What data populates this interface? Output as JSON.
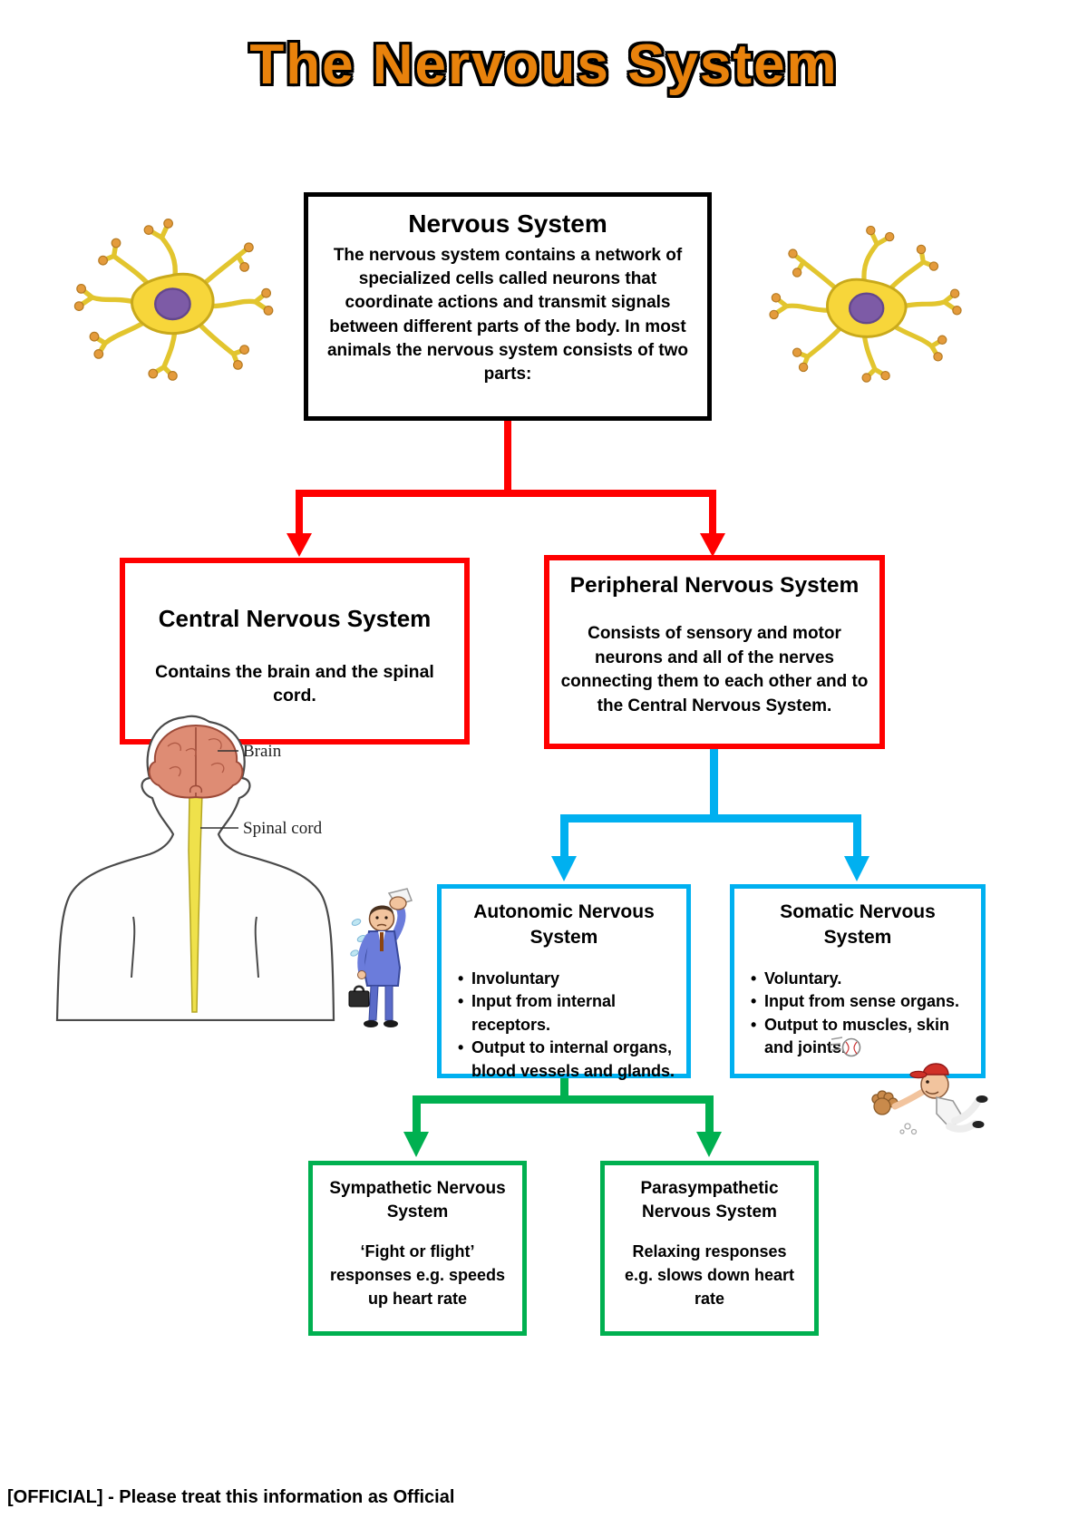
{
  "page": {
    "title": "The Nervous System",
    "footer": "[OFFICIAL] - Please treat this information as Official"
  },
  "glyphs": {
    "bullet": "•"
  },
  "colors": {
    "root_border": "#000000",
    "level1_border": "#FF0000",
    "level2_border": "#00B0F0",
    "level3_border": "#00B050",
    "title_fill": "#E8820C",
    "title_outline": "#000000"
  },
  "diagram": {
    "root": {
      "title": "Nervous System",
      "body": "The nervous system contains a network of specialized cells called neurons that coordinate actions and transmit signals between different parts of the body. In most animals the nervous system consists of two parts:"
    },
    "cns": {
      "title": "Central Nervous System",
      "body": "Contains the brain and the spinal cord."
    },
    "pns": {
      "title": "Peripheral Nervous System",
      "body": "Consists of sensory and motor neurons and all of the nerves connecting them to each other and to the Central Nervous System."
    },
    "autonomic": {
      "title": "Autonomic Nervous System",
      "bullets": [
        "Involuntary",
        "Input from internal receptors.",
        "Output to internal organs, blood vessels and glands."
      ]
    },
    "somatic": {
      "title": "Somatic Nervous System",
      "bullets": [
        "Voluntary.",
        "Input from sense organs.",
        "Output to muscles, skin and joints."
      ]
    },
    "sympathetic": {
      "title": "Sympathetic Nervous System",
      "body": "‘Fight or flight’ responses e.g. speeds up heart rate"
    },
    "parasympathetic": {
      "title": "Parasympathetic Nervous System",
      "body": "Relaxing responses e.g. slows down heart rate"
    }
  },
  "anatomy": {
    "brain_label": "Brain",
    "spinal_cord_label": "Spinal cord"
  }
}
